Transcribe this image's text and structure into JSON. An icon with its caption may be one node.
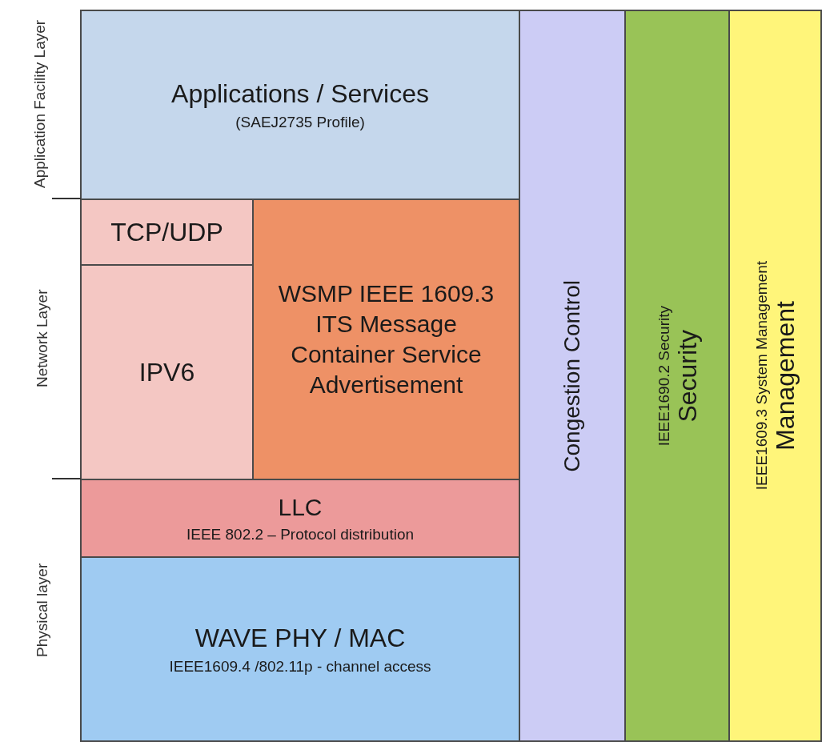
{
  "diagram": {
    "nodes": [
      {
        "text": [
          "Applications / Services",
          "(SAEJ2735 Profile)"
        ]
      },
      {
        "text": [
          "TCP/UDP"
        ]
      },
      {
        "text": [
          "IPV6"
        ]
      },
      {
        "text": [
          "WSMP IEEE 1609.3 ITS Message Container Service Advertisement"
        ]
      },
      {
        "text": [
          "LLC",
          "IEEE 802.2 – Protocol distribution"
        ]
      },
      {
        "text": [
          "WAVE PHY / MAC",
          "IEEE1609.4 /802.11p - channel access"
        ]
      },
      {
        "text": [
          "Congestion Control"
        ]
      },
      {
        "text": [
          "Security",
          "IEEE1690.2 Security"
        ]
      },
      {
        "text": [
          "Management",
          "IEEE1609.3 System Management"
        ]
      }
    ],
    "labels": [
      "Application Facility Layer",
      "Network Layer",
      "Physical layer"
    ]
  }
}
